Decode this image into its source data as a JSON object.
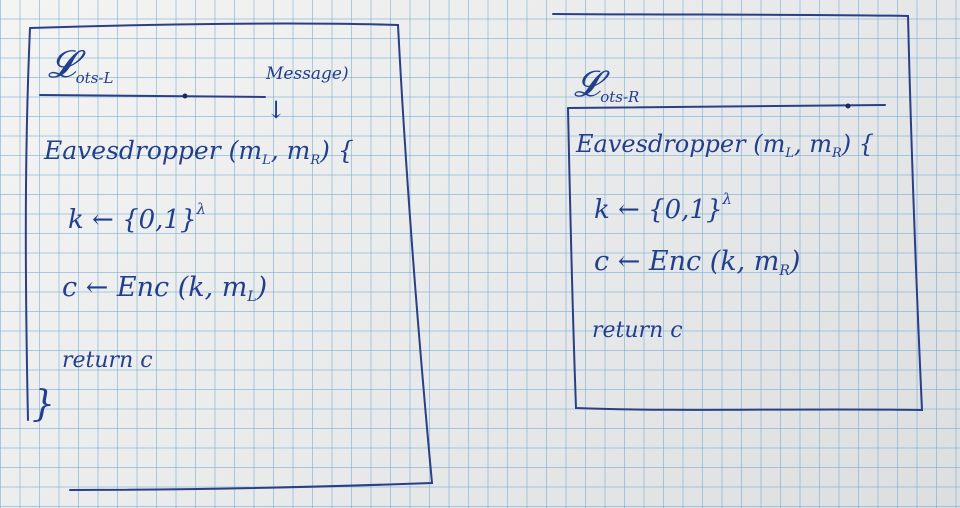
{
  "left_box": {
    "title": "𝓛",
    "title_sub": "ots-L",
    "note": "Message)",
    "note_arrow": "↓",
    "header": "Eavesdropper (m",
    "header_sub_l": "L",
    "header_comma": ", m",
    "header_sub_r": "R",
    "header_close": ") {",
    "line1": "k ← {0,1}",
    "line1_exp": "λ",
    "line2": "c ← Enc (k, m",
    "line2_sub": "L",
    "line2_close": ")",
    "line3": "return c",
    "closing_brace": "}"
  },
  "right_box": {
    "title": "𝓛",
    "title_sub": "ots-R",
    "header": "Eavesdropper (m",
    "header_sub_l": "L",
    "header_comma": ", m",
    "header_sub_r": "R",
    "header_close": ") {",
    "line1": "k ← {0,1}",
    "line1_exp": "λ",
    "line2": "c ← Enc (k, m",
    "line2_sub": "R",
    "line2_close": ")",
    "line3": "return c"
  },
  "colors": {
    "ink": "#223f8e",
    "grid": "#6eaad2",
    "paper": "#eeefef"
  }
}
